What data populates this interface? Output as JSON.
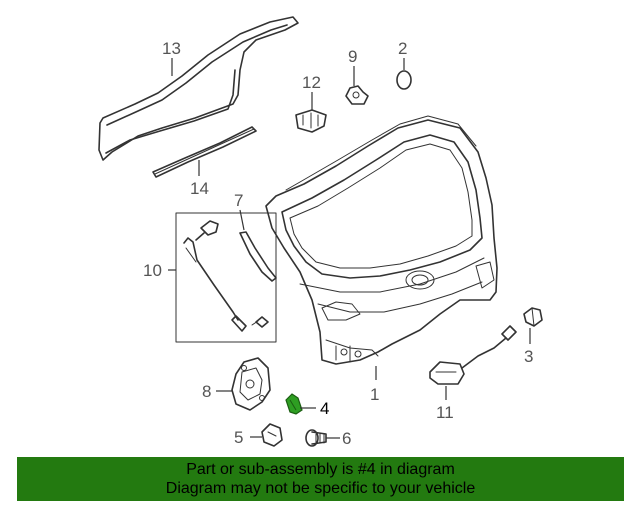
{
  "callouts": {
    "p1": "1",
    "p2": "2",
    "p3": "3",
    "p4": "4",
    "p5": "5",
    "p6": "6",
    "p7": "7",
    "p8": "8",
    "p9": "9",
    "p10": "10",
    "p11": "11",
    "p12": "12",
    "p13": "13",
    "p14": "14"
  },
  "highlight_part": "4",
  "colors": {
    "banner_bg": "#237a10",
    "banner_text": "#000000",
    "highlight_part": "#2e9e22",
    "line_art": "#333333"
  },
  "banner": {
    "line1": "Part or sub-assembly is #4 in diagram",
    "line2": "Diagram may not be specific to your vehicle"
  }
}
